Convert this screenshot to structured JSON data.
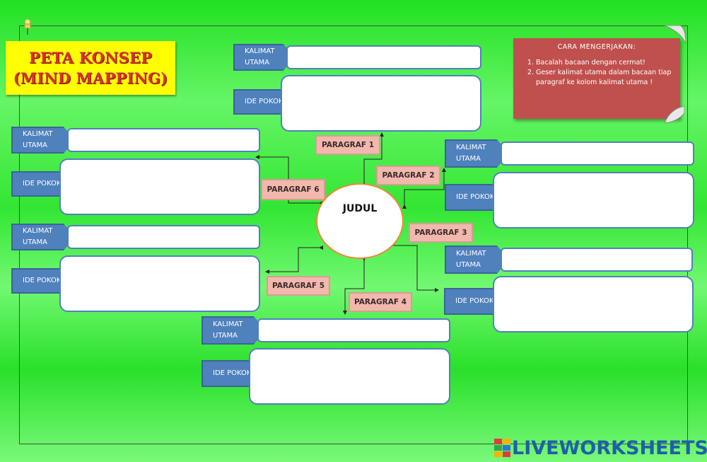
{
  "title": {
    "line1": "PETA KONSEP",
    "line2": "(MIND MAPPING)"
  },
  "instructions": {
    "heading": "CARA MENGERJAKAN:",
    "steps": [
      "Bacalah bacaan dengan cermat!",
      "Geser kalimat utama dalam bacaan tiap paragraf ke kolom kalimat utama !"
    ]
  },
  "center": "JUDUL",
  "labels": {
    "kalimat_utama": "KALIMAT UTAMA",
    "ide_pokok": "IDE POKOK"
  },
  "paragraphs": [
    "PARAGRAF 1",
    "PARAGRAF 2",
    "PARAGRAF 3",
    "PARAGRAF 4",
    "PARAGRAF 5",
    "PARAGRAF 6"
  ],
  "logo": "LIVEWORKSHEETS",
  "colors": {
    "tag": "#4f81bd",
    "paragraf": "#f2b8ad",
    "instructions": "#c0504d",
    "title_bg": "#ffff00",
    "title_text": "#d93030"
  }
}
